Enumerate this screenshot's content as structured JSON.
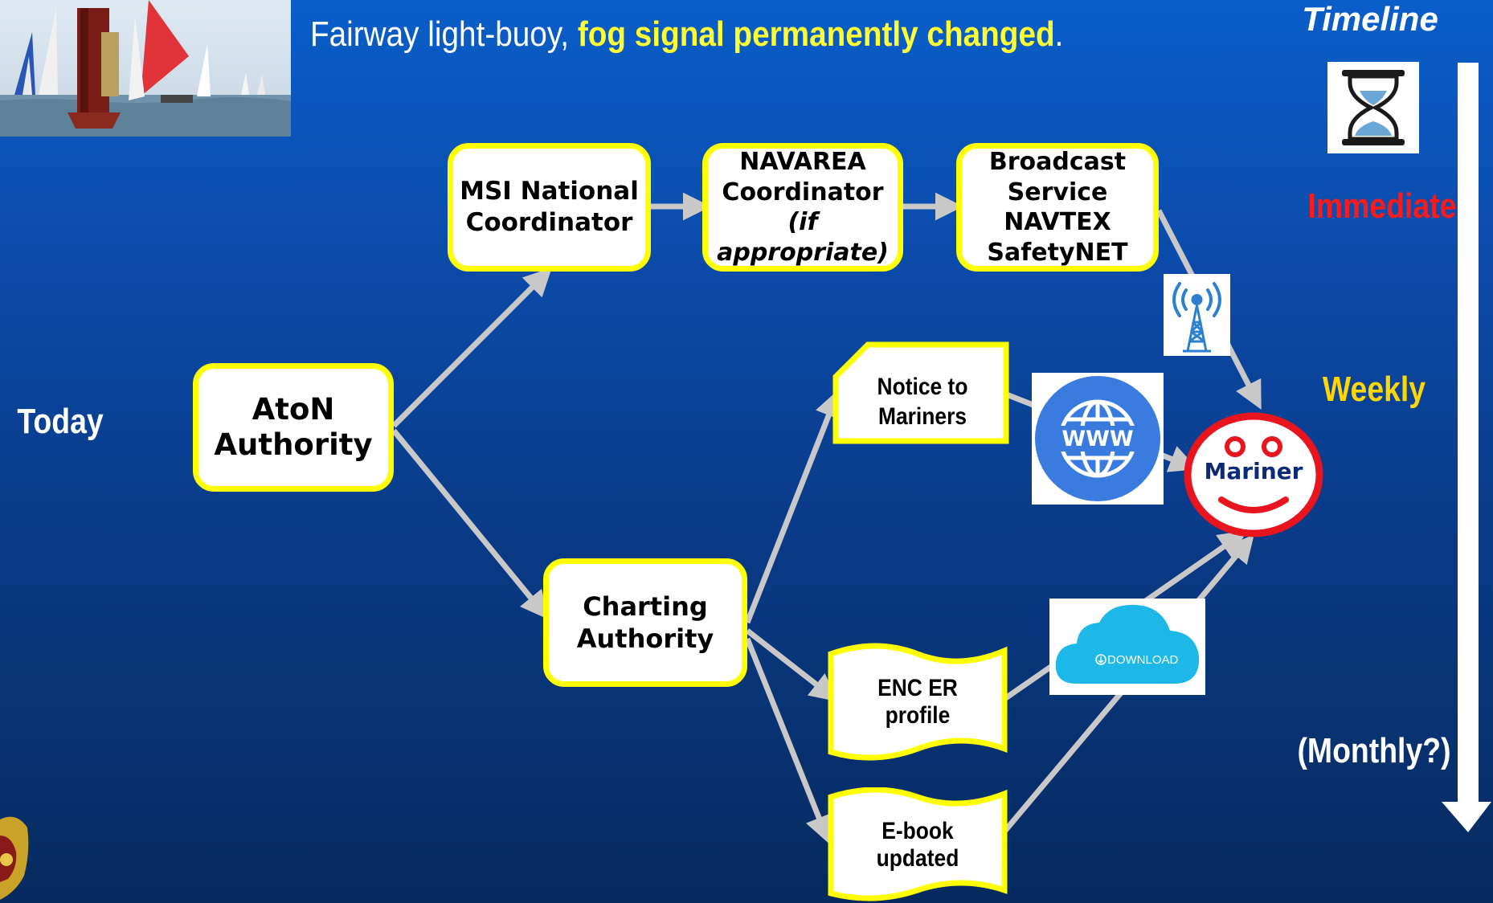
{
  "header": {
    "text_prefix": "Fairway light-buoy, ",
    "text_highlight": "fog signal permanently changed",
    "text_suffix": "."
  },
  "timeline": {
    "title": "Timeline",
    "immediate": "Immediate",
    "weekly": "Weekly",
    "monthly": "(Monthly?)",
    "today": "Today",
    "colors": {
      "immediate": "#ff1a1a",
      "weekly": "#ffd700",
      "monthly": "#ffffff"
    }
  },
  "nodes": {
    "aton": [
      "AtoN",
      "Authority"
    ],
    "msi": [
      "MSI National",
      "Coordinator"
    ],
    "navarea": [
      "NAVAREA",
      "Coordinator",
      "(if appropriate)"
    ],
    "broadcast": [
      "Broadcast",
      "Service",
      "NAVTEX",
      "SafetyNET"
    ],
    "charting": [
      "Charting",
      "Authority"
    ],
    "notice": [
      "Notice to",
      "Mariners"
    ],
    "enc": "ENC ER profile",
    "ebook": "E-book updated",
    "mariner": "Mariner"
  },
  "icons": {
    "www": "WWW",
    "download": "DOWNLOAD",
    "antenna": "antenna-icon",
    "hourglass": "hourglass-icon",
    "globe": "globe-icon",
    "cloud": "cloud-download-icon"
  },
  "colors": {
    "box_border": "#ffff00",
    "arrow": "#c8c8c8",
    "mariner_border": "#e8141e",
    "mariner_text": "#0b2a7a"
  }
}
